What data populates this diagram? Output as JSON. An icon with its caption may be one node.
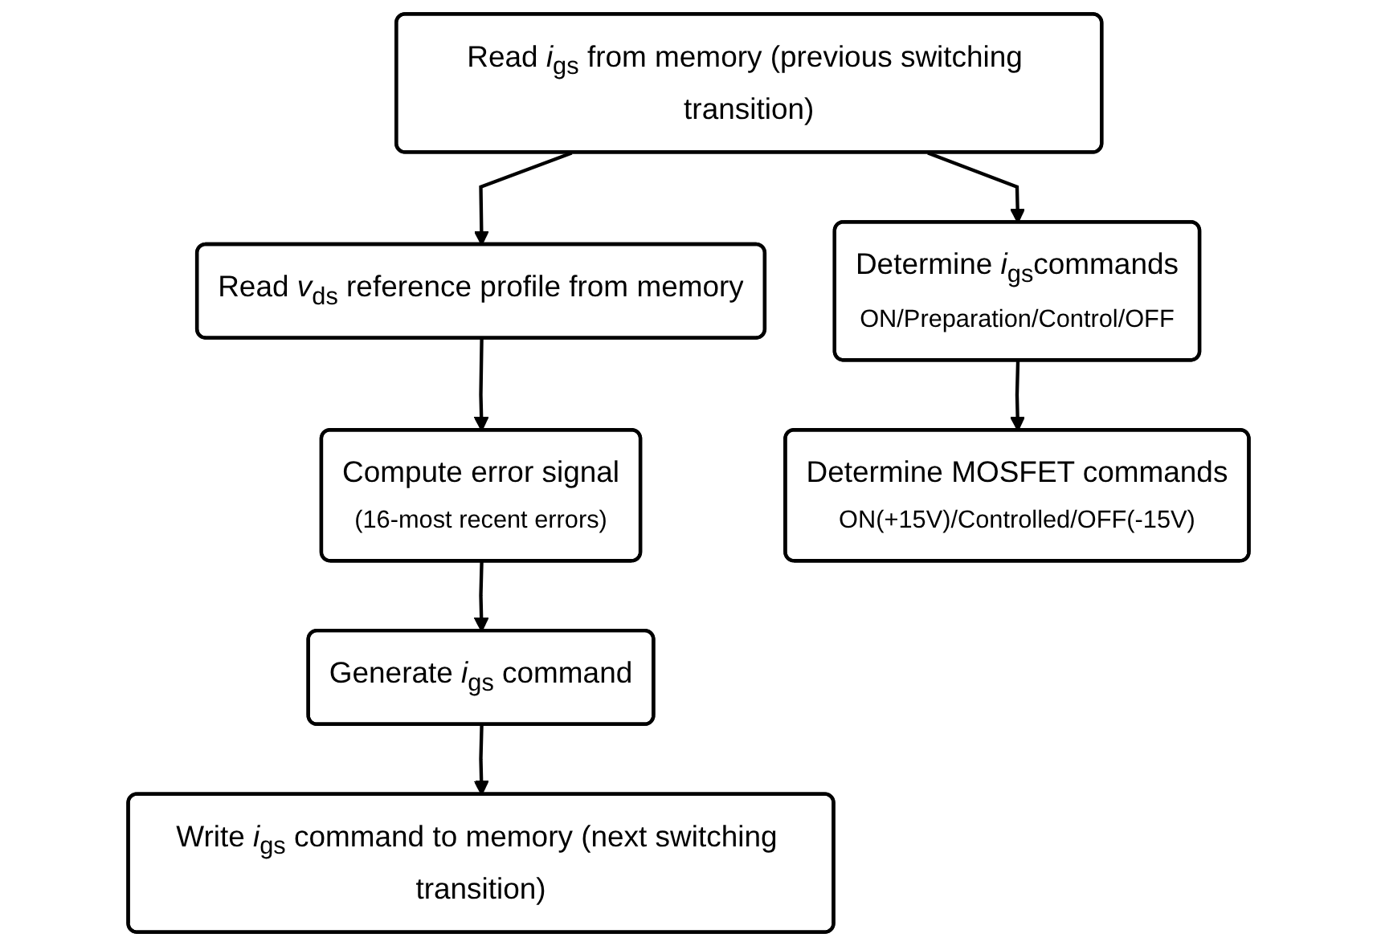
{
  "diagram": {
    "nodes": [
      {
        "text": [
          "Read *i*$_{gs}$ from memory (previous switching transition)"
        ]
      },
      {
        "text": [
          "Read *v*$_{ds}$ reference profile from memory"
        ]
      },
      {
        "text": [
          "Compute error signal",
          "(16-most recent errors)"
        ]
      },
      {
        "text": [
          "Generate *i*$_{gs}$ command"
        ]
      },
      {
        "text": [
          "Write *i*$_{gs}$ command to memory (next switching transition)"
        ]
      },
      {
        "text": [
          "Determine *i*$_{gs}$commands",
          "ON/Preparation/Control/OFF"
        ]
      },
      {
        "text": [
          "Determine MOSFET commands",
          "ON(+15V)/Controlled/OFF(-15V)"
        ]
      }
    ],
    "edges": [
      {
        "from": 0,
        "to": 1,
        "arrow": "to"
      },
      {
        "from": 0,
        "to": 5,
        "arrow": "to"
      },
      {
        "from": 1,
        "to": 2,
        "arrow": "to"
      },
      {
        "from": 2,
        "to": 3,
        "arrow": "to"
      },
      {
        "from": 3,
        "to": 4,
        "arrow": "to"
      },
      {
        "from": 5,
        "to": 6,
        "arrow": "to"
      }
    ]
  }
}
